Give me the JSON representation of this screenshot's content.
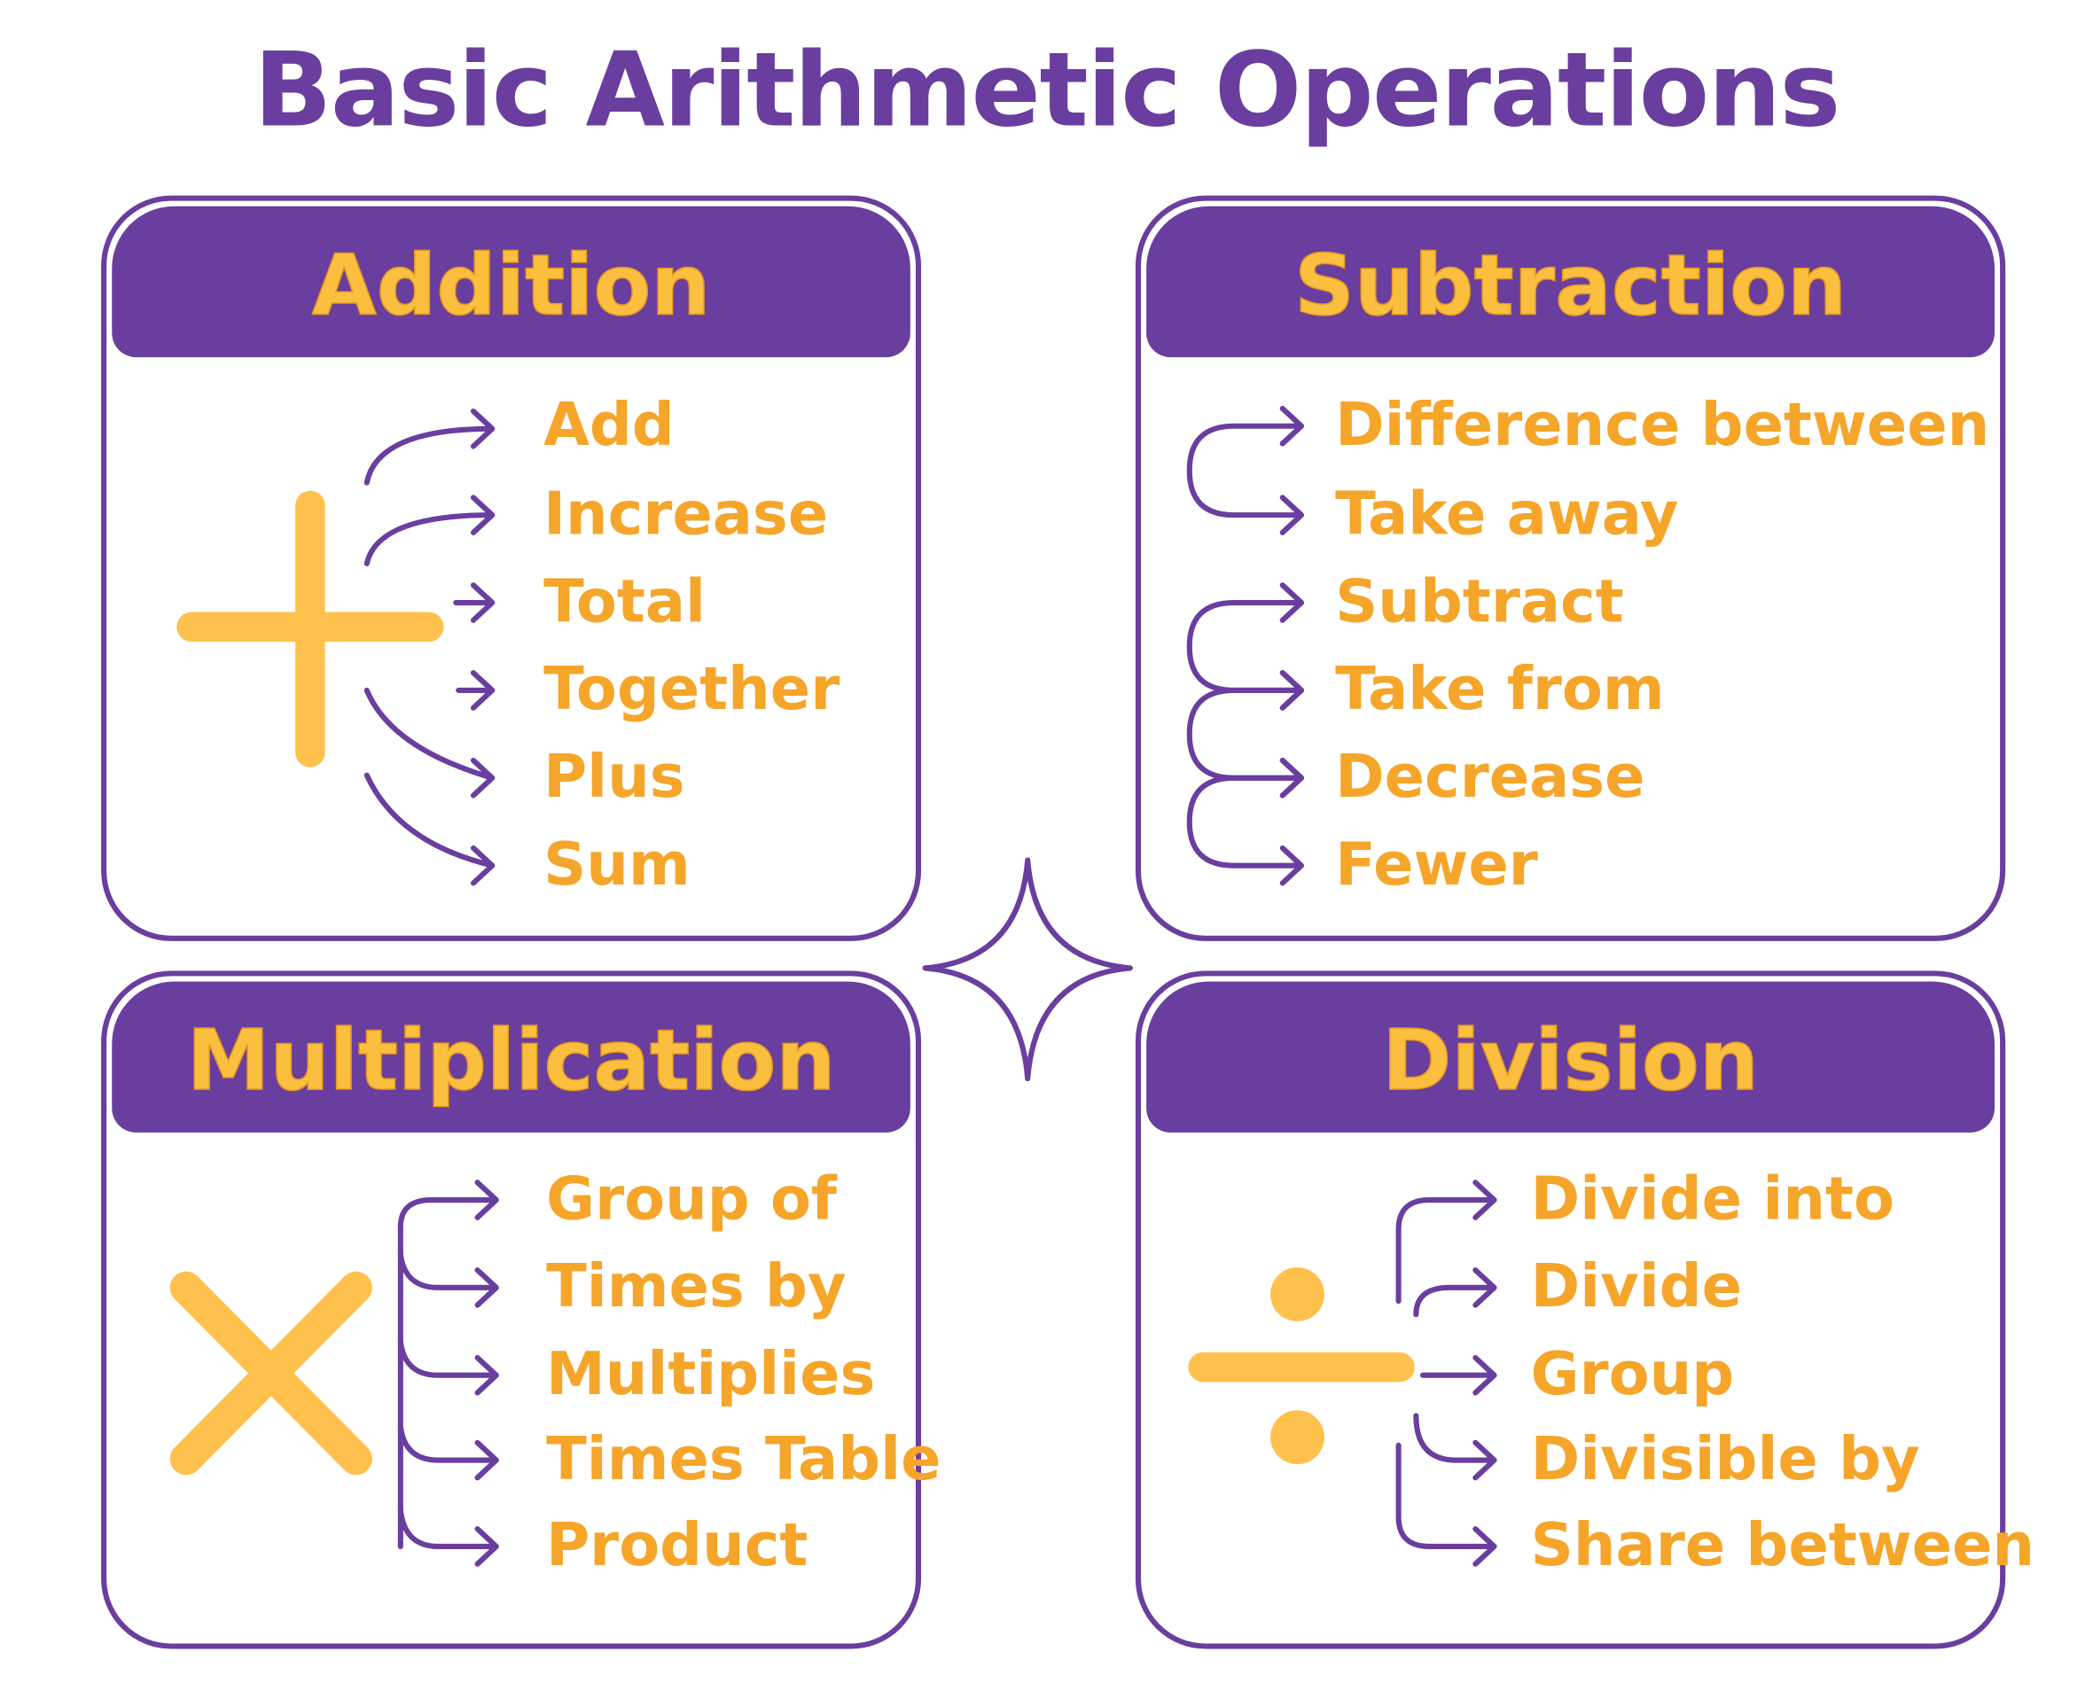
{
  "title": "Basic Arithmetic Operations",
  "colors": {
    "purple": "#6A3E9E",
    "orange": "#F5A52A",
    "yellow": "#FFC14D"
  },
  "sections": [
    {
      "key": "addition",
      "header": "Addition",
      "symbol": "plus-icon",
      "items": [
        "Add",
        "Increase",
        "Total",
        "Together",
        "Plus",
        "Sum"
      ]
    },
    {
      "key": "subtraction",
      "header": "Subtraction",
      "symbol": "none",
      "items": [
        "Difference between",
        "Take away",
        "Subtract",
        "Take from",
        "Decrease",
        "Fewer"
      ]
    },
    {
      "key": "multiplication",
      "header": "Multiplication",
      "symbol": "times-icon",
      "items": [
        "Group of",
        "Times by",
        "Multiplies",
        "Times Table",
        "Product"
      ]
    },
    {
      "key": "division",
      "header": "Division",
      "symbol": "divide-icon",
      "items": [
        "Divide into",
        "Divide",
        "Group",
        "Divisible by",
        "Share between"
      ]
    }
  ]
}
